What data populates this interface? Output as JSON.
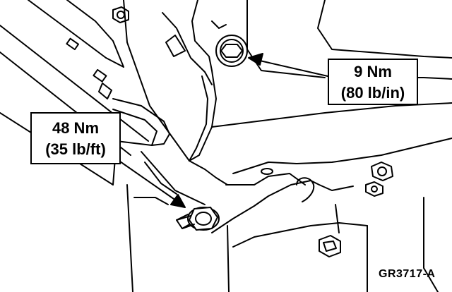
{
  "callouts": {
    "upper": {
      "line1": "9 Nm",
      "line2": "(80 lb/in)"
    },
    "lower": {
      "line1": "48 Nm",
      "line2": "(35 lb/ft)"
    }
  },
  "figure_id": "GR3717-A",
  "colors": {
    "ink": "#000000",
    "paper": "#ffffff"
  }
}
